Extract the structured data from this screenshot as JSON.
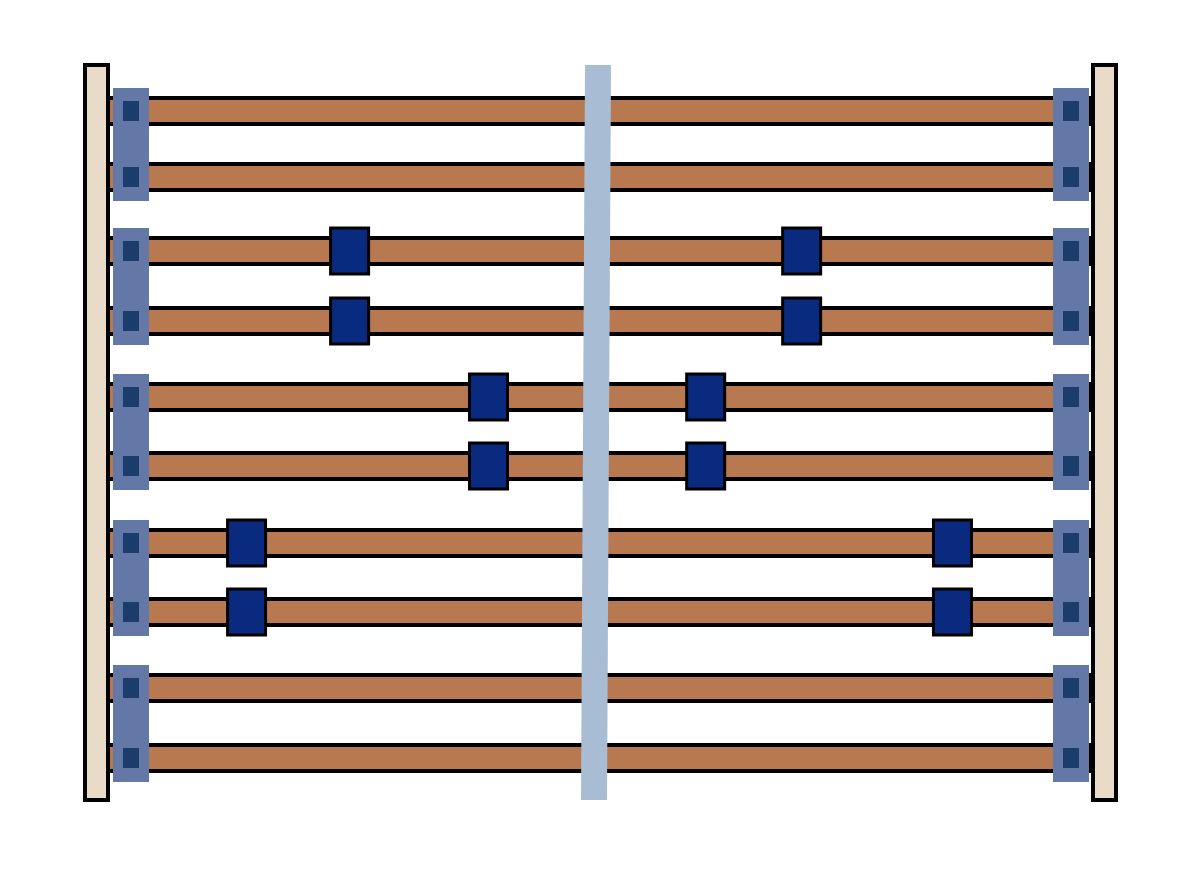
{
  "diagram": {
    "rail_count": 10,
    "rail_groups": 5,
    "marker_positions": [
      [],
      [
        0.55,
        0.45
      ],
      [
        0.24,
        0.24
      ],
      [
        0.78,
        0.78
      ],
      []
    ],
    "colors": {
      "background": "#ffffff",
      "rail_fill": "#b87850",
      "rail_stroke": "#000000",
      "end_post_fill": "#e8dcc8",
      "end_post_stroke": "#000000",
      "clamp_fill": "#6478a8",
      "clamp_inner": "#1c3c6c",
      "marker_fill": "#0a2a80",
      "marker_stroke": "#000000",
      "divider": "#a8bcd4"
    }
  }
}
